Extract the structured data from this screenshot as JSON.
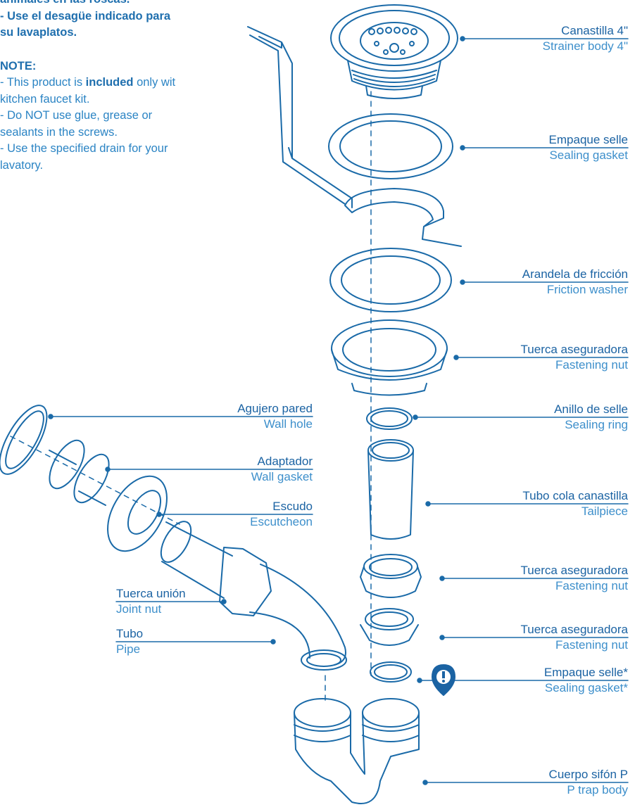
{
  "notes": {
    "es_lines": [
      "animales en las roscas.",
      "- Use el desagüe indicado para",
      "su lavaplatos."
    ],
    "heading": "NOTE:",
    "item1_a": "- This product is ",
    "item1_bold": "included",
    "item1_b": " only wit",
    "item1_line2": "kitchen faucet kit.",
    "item2_line1": "- Do NOT use glue, grease or",
    "item2_line2": "sealants in the screws.",
    "item3_line1": "- Use the specified drain for your",
    "item3_line2": "lavatory."
  },
  "labels": {
    "strainer": {
      "es": "Canastilla 4\"",
      "en": "Strainer body 4\""
    },
    "sealing_gasket_top": {
      "es": "Empaque selle",
      "en": "Sealing gasket"
    },
    "friction_washer": {
      "es": "Arandela de fricción",
      "en": "Friction washer"
    },
    "fastening_nut_1": {
      "es": "Tuerca aseguradora",
      "en": "Fastening nut"
    },
    "sealing_ring": {
      "es": "Anillo de selle",
      "en": "Sealing ring"
    },
    "tailpiece": {
      "es": "Tubo cola canastilla",
      "en": "Tailpiece"
    },
    "fastening_nut_2": {
      "es": "Tuerca aseguradora",
      "en": "Fastening nut"
    },
    "fastening_nut_3": {
      "es": "Tuerca aseguradora",
      "en": "Fastening nut"
    },
    "sealing_gasket_star": {
      "es": "Empaque selle*",
      "en": "Sealing gasket*"
    },
    "p_trap": {
      "es": "Cuerpo sifón P",
      "en": "P trap body"
    },
    "wall_hole": {
      "es": "Agujero pared",
      "en": "Wall hole"
    },
    "adapter": {
      "es": "Adaptador",
      "en": "Wall gasket"
    },
    "escutcheon": {
      "es": "Escudo",
      "en": "Escutcheon"
    },
    "joint_nut": {
      "es": "Tuerca unión",
      "en": "Joint nut"
    },
    "pipe": {
      "es": "Tubo",
      "en": "Pipe"
    }
  },
  "colors": {
    "line": "#1a6aa8",
    "accent": "#1b63a3",
    "light": "#3d8fcb",
    "warning_pin": "#1b63a3"
  },
  "icons": {
    "warning": "exclamation-pin-icon"
  }
}
